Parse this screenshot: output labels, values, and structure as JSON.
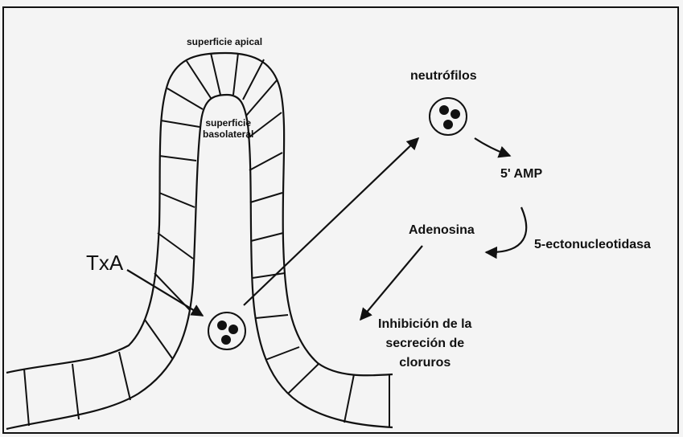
{
  "labels": {
    "apical": "superficie apical",
    "basolateral_line1": "superficie",
    "basolateral_line2": "basolateral",
    "neutrofilos": "neutrófilos",
    "amp": "5' AMP",
    "adenosina": "Adenosina",
    "enzyme": "5-ectonucleotidasa",
    "txa": "TxA",
    "inhib_line1": "Inhibición de la",
    "inhib_line2": "secreción de",
    "inhib_line3": "cloruros"
  },
  "colors": {
    "background": "#f4f4f4",
    "ink": "#111111"
  }
}
